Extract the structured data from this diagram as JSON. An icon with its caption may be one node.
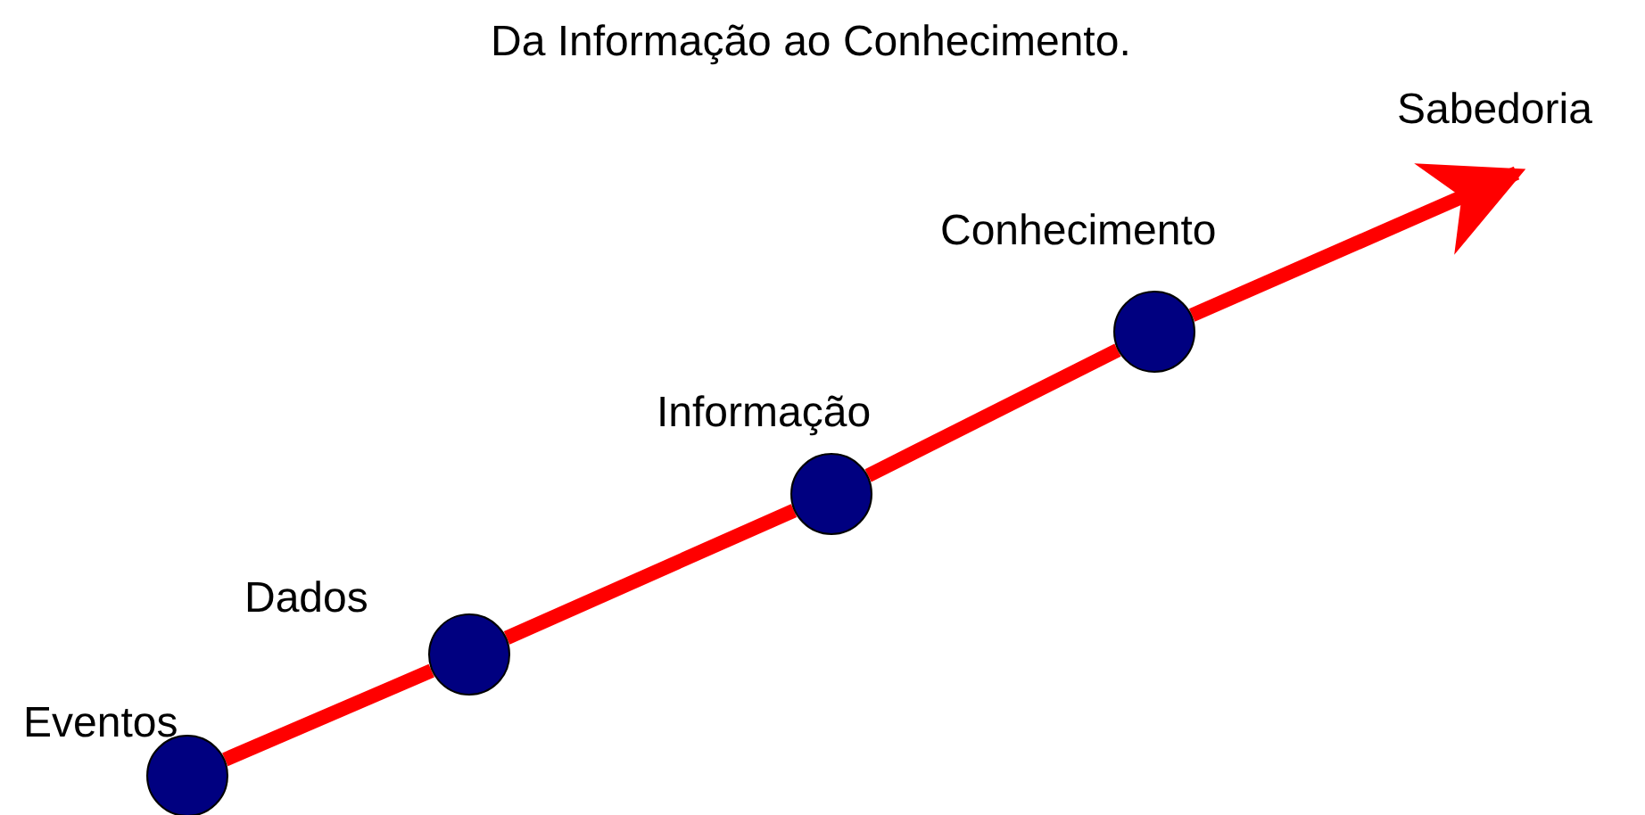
{
  "diagram": {
    "title": "Da Informação ao Conhecimento.",
    "nodes": [
      {
        "text": [],
        "shape": "circle",
        "beside": [
          "Eventos"
        ]
      },
      {
        "text": [],
        "shape": "circle",
        "beside": [
          "Dados"
        ]
      },
      {
        "text": [],
        "shape": "circle",
        "beside": [
          "Informação"
        ]
      },
      {
        "text": [],
        "shape": "circle",
        "beside": [
          "Conhecimento"
        ]
      },
      {
        "text": [
          "Sabedoria"
        ]
      }
    ],
    "edges": [
      {
        "from": 0,
        "to": 1,
        "arrow": "none"
      },
      {
        "from": 1,
        "to": 2,
        "arrow": "none"
      },
      {
        "from": 2,
        "to": 3,
        "arrow": "none"
      },
      {
        "from": 3,
        "to": 4,
        "arrow": "to"
      }
    ]
  }
}
